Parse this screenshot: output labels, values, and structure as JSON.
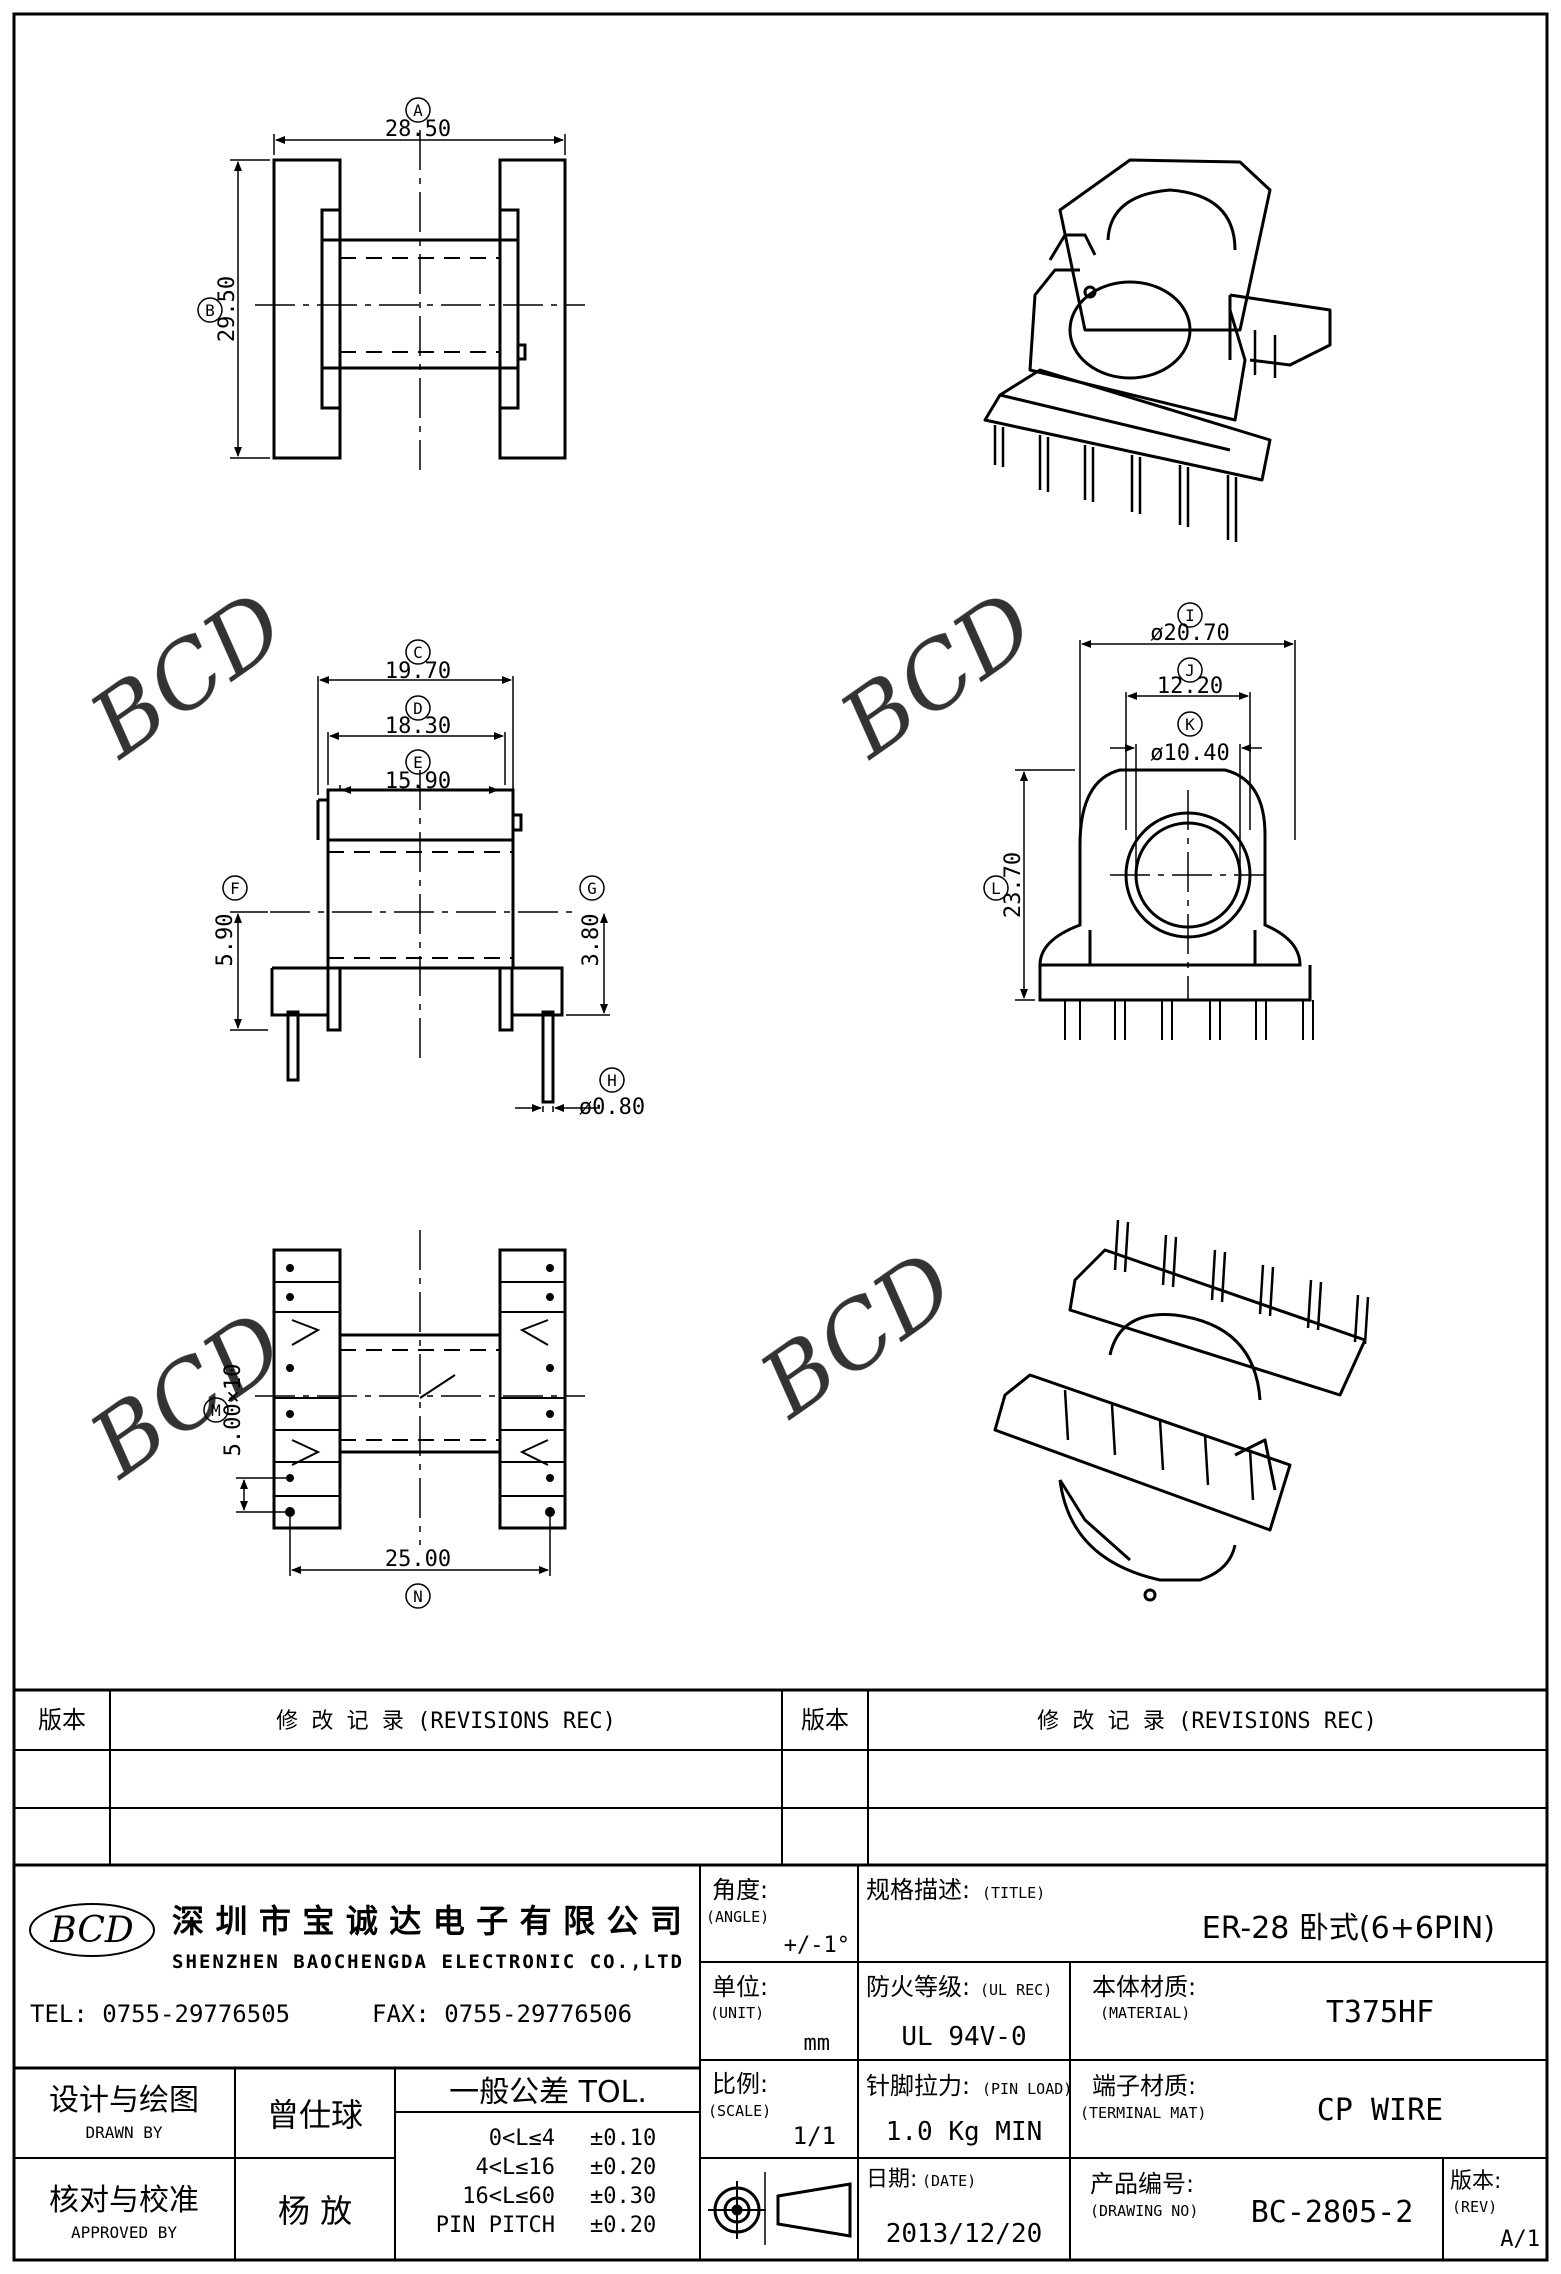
{
  "drawing": {
    "dims": {
      "A": {
        "letter": "A",
        "value": "28.50"
      },
      "B": {
        "letter": "B",
        "value": "29.50"
      },
      "C": {
        "letter": "C",
        "value": "19.70"
      },
      "D": {
        "letter": "D",
        "value": "18.30"
      },
      "E": {
        "letter": "E",
        "value": "15.90"
      },
      "F": {
        "letter": "F",
        "value": "5.90"
      },
      "G": {
        "letter": "G",
        "value": "3.80"
      },
      "H": {
        "letter": "H",
        "value": "ø0.80"
      },
      "I": {
        "letter": "I",
        "value": "ø20.70"
      },
      "J": {
        "letter": "J",
        "value": "12.20"
      },
      "K": {
        "letter": "K",
        "value": "ø10.40"
      },
      "L": {
        "letter": "L",
        "value": "23.70"
      },
      "M": {
        "letter": "M",
        "value": "5.00×10"
      },
      "N": {
        "letter": "N",
        "value": "25.00"
      }
    },
    "watermark": "BCD"
  },
  "revisions": {
    "rev_col_label": "版本",
    "rec_col_label": "修 改 记 录 (REVISIONS REC)"
  },
  "company": {
    "logo": "BCD",
    "name_cn": "深圳市宝诚达电子有限公司",
    "name_en": "SHENZHEN BAOCHENGDA ELECTRONIC CO.,LTD",
    "tel": "TEL: 0755-29776505",
    "fax": "FAX: 0755-29776506"
  },
  "title_block": {
    "angle_label": "角度:",
    "angle_label_en": "(ANGLE)",
    "angle_value": "+/-1°",
    "title_label": "规格描述:",
    "title_label_en": "(TITLE)",
    "title_value": "ER-28 卧式(6+6PIN)",
    "unit_label": "单位:",
    "unit_label_en": "(UNIT)",
    "unit_value": "mm",
    "ul_label": "防火等级:",
    "ul_label_en": "(UL REC)",
    "ul_value": "UL 94V-0",
    "material_label": "本体材质:",
    "material_label_en": "(MATERIAL)",
    "material_value": "T375HF",
    "scale_label": "比例:",
    "scale_label_en": "(SCALE)",
    "scale_value": "1/1",
    "pinload_label": "针脚拉力:",
    "pinload_label_en": "(PIN LOAD)",
    "pinload_value": "1.0 Kg MIN",
    "terminal_label": "端子材质:",
    "terminal_label_en": "(TERMINAL MAT)",
    "terminal_value": "CP WIRE",
    "date_label": "日期:",
    "date_label_en": "(DATE)",
    "date_value": "2013/12/20",
    "drawno_label": "产品编号:",
    "drawno_label_en": "(DRAWING NO)",
    "drawno_value": "BC-2805-2",
    "rev_label": "版本:",
    "rev_label_en": "(REV)",
    "rev_value": "A/1",
    "drawn_label": "设计与绘图",
    "drawn_label_en": "DRAWN BY",
    "drawn_name": "曾仕球",
    "approved_label": "核对与校准",
    "approved_label_en": "APPROVED BY",
    "approved_name": "杨 放",
    "tol_title": "一般公差 TOL.",
    "tol_rows": [
      {
        "range": "0<L≤4",
        "tol": "±0.10"
      },
      {
        "range": "4<L≤16",
        "tol": "±0.20"
      },
      {
        "range": "16<L≤60",
        "tol": "±0.30"
      },
      {
        "range": "PIN PITCH",
        "tol": "±0.20"
      }
    ]
  }
}
